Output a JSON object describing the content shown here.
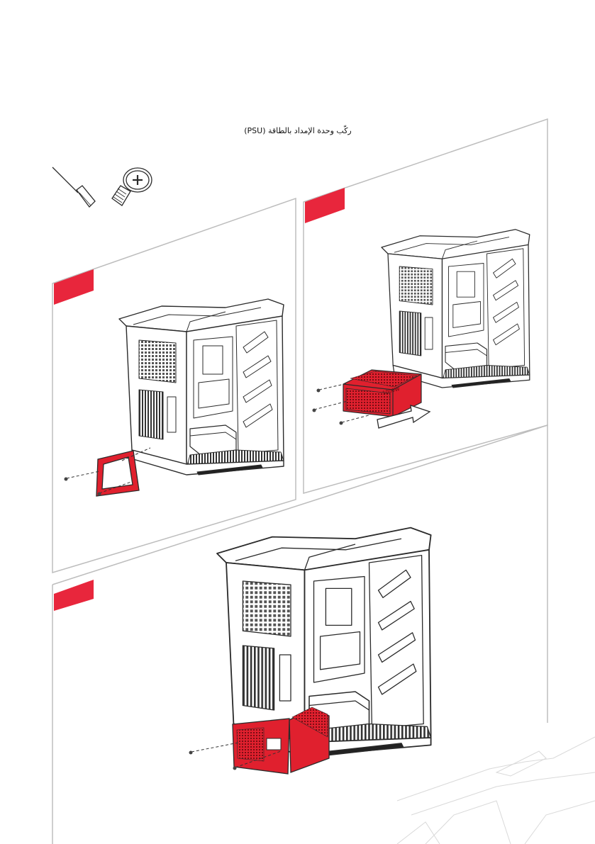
{
  "page": {
    "title": "ركّب وحدة الإمداد بالطاقة (PSU)"
  },
  "tools": [
    "screwdriver-icon",
    "screw-icon"
  ],
  "steps": [
    {
      "id": "step-1",
      "part": "psu-bracket"
    },
    {
      "id": "step-2",
      "part": "psu"
    },
    {
      "id": "step-3",
      "part": "psu-installed"
    }
  ],
  "psu_label": "1000W",
  "colors": {
    "accent": "#e8263c",
    "psu_fill": "#e0202e",
    "line": "#2b2b2b",
    "panel_border": "#bdbdbd"
  }
}
